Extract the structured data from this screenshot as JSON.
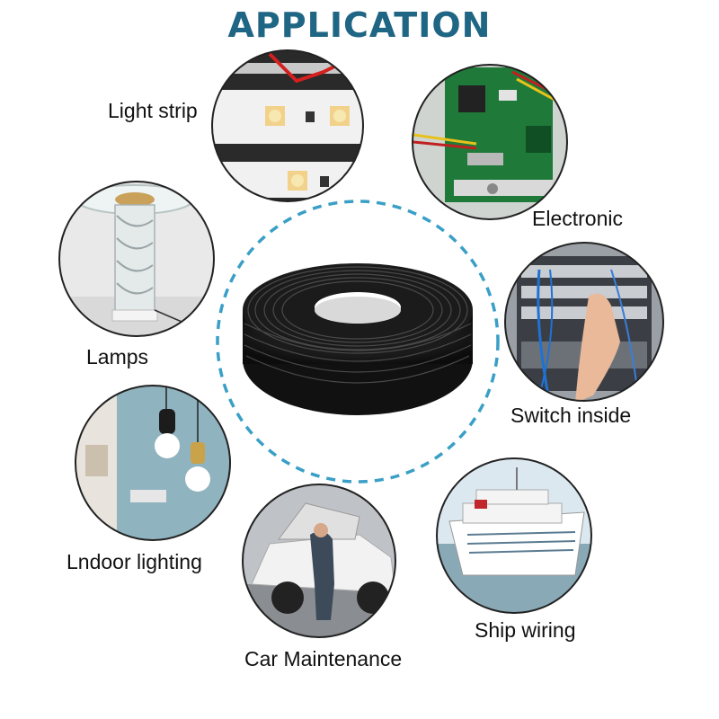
{
  "header": {
    "title": "APPLICATION"
  },
  "applications": [
    {
      "label": "Light strip"
    },
    {
      "label": "Electronic"
    },
    {
      "label": "Lamps"
    },
    {
      "label": "Switch inside"
    },
    {
      "label": "Lndoor lighting"
    },
    {
      "label": "Ship wiring"
    },
    {
      "label": "Car Maintenance"
    }
  ],
  "colors": {
    "title": "#1f6584",
    "dashed_ring": "#3a9fc6",
    "circle_border": "#222222"
  }
}
